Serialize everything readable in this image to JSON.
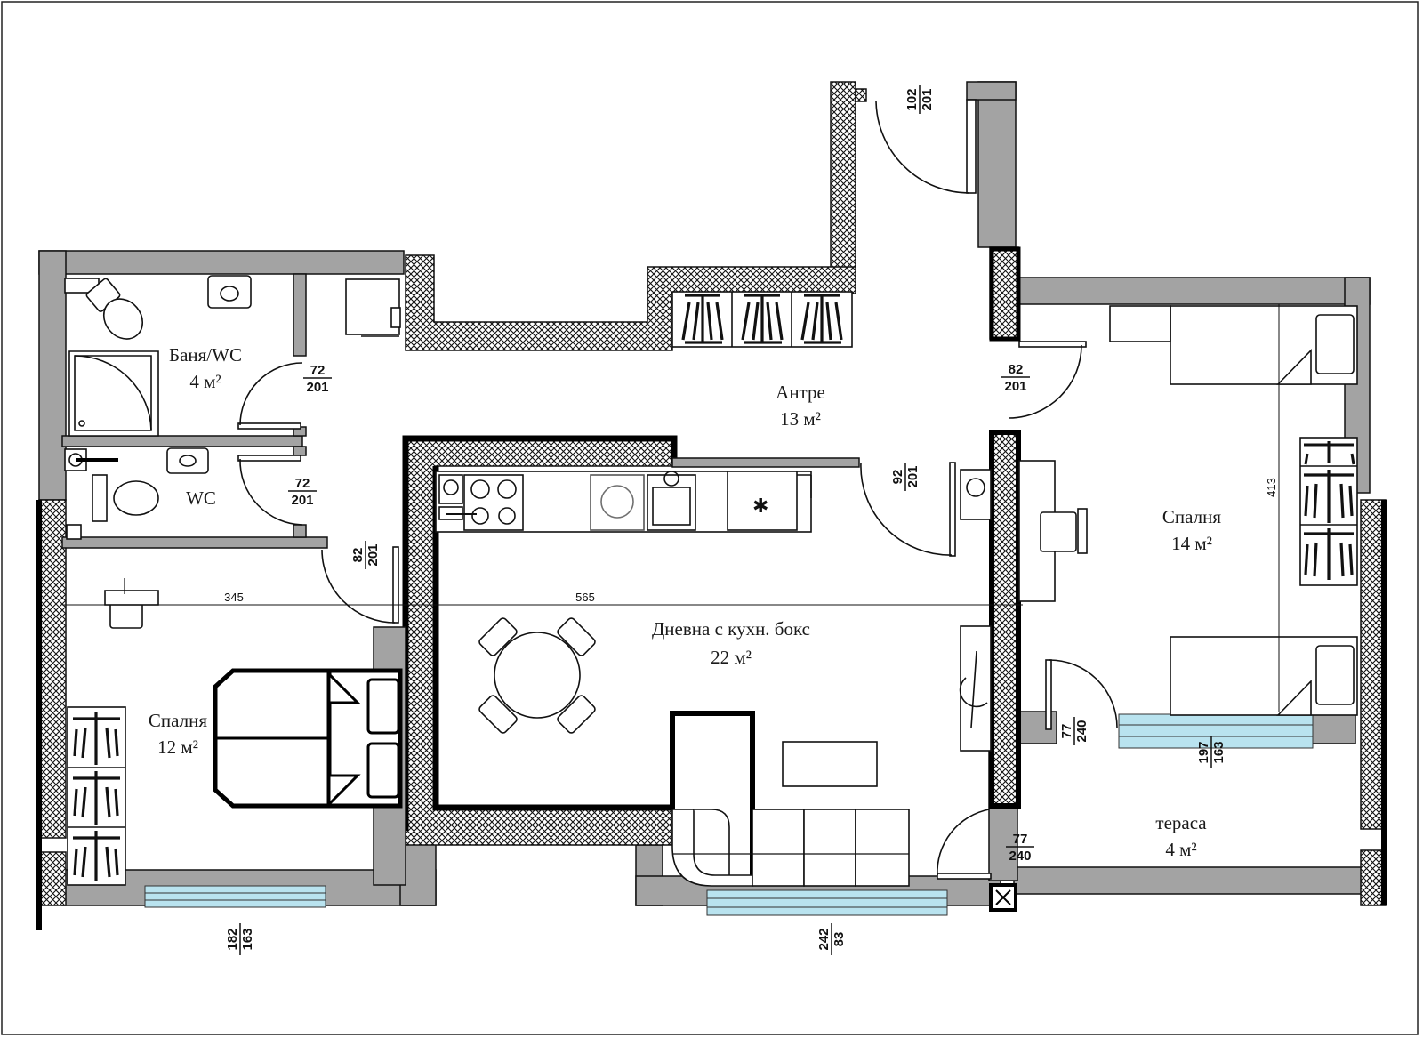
{
  "rooms": {
    "bath": {
      "name": "Баня/WC",
      "area": "4 м²"
    },
    "wc": {
      "name": "WC",
      "area": ""
    },
    "hall": {
      "name": "Антре",
      "area": "13 м²"
    },
    "living": {
      "name": "Дневна с кухн. бокс",
      "area": "22 м²"
    },
    "bedroom_left": {
      "name": "Спалня",
      "area": "12 м²"
    },
    "bedroom_right": {
      "name": "Спалня",
      "area": "14 м²"
    },
    "terrace": {
      "name": "тераса",
      "area": "4 м²"
    }
  },
  "openings": {
    "entry_door": {
      "w": "102",
      "h": "201"
    },
    "bath_door": {
      "w": "72",
      "h": "201"
    },
    "wc_door": {
      "w": "72",
      "h": "201"
    },
    "bedroom_left_door": {
      "w": "82",
      "h": "201"
    },
    "bedroom_right_door": {
      "w": "82",
      "h": "201"
    },
    "living_door": {
      "w": "92",
      "h": "201"
    },
    "terrace_door_upper": {
      "w": "77",
      "h": "240"
    },
    "terrace_door_lower": {
      "w": "77",
      "h": "240"
    },
    "window_left": {
      "w": "182",
      "h": "163"
    },
    "window_living": {
      "w": "242",
      "h": "83"
    },
    "window_bedroom_right": {
      "w": "197",
      "h": "163"
    }
  },
  "dimensions": {
    "width_left": "345",
    "width_living": "565",
    "depth_right": "413"
  },
  "colors": {
    "wall_exterior": "#a3a3a3",
    "window_glass": "#b9e3ef",
    "line": "#111111"
  }
}
